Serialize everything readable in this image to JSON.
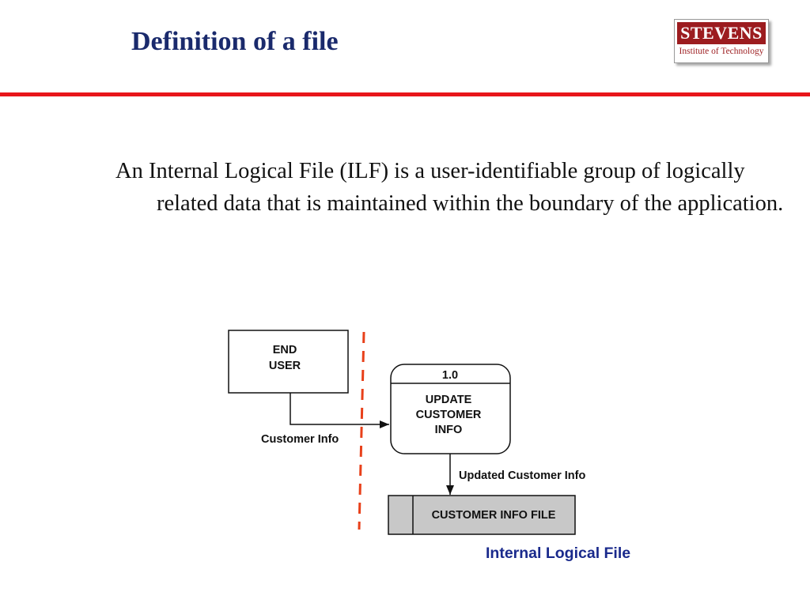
{
  "slide": {
    "title": "Definition of a file",
    "definition": "An Internal Logical File (ILF) is a user-identifiable group of logically related data that is maintained within the boundary of the application."
  },
  "logo": {
    "name": "STEVENS",
    "subtitle": "Institute of Technology"
  },
  "diagram": {
    "end_user": {
      "line1": "END",
      "line2": "USER"
    },
    "process": {
      "number": "1.0",
      "line1": "UPDATE",
      "line2": "CUSTOMER",
      "line3": "INFO"
    },
    "flow_in_label": "Customer Info",
    "flow_out_label": "Updated Customer Info",
    "file_label": "CUSTOMER INFO FILE",
    "caption": "Internal Logical File"
  },
  "colors": {
    "title": "#1a2a6c",
    "rule": "#e8161a",
    "boundary": "#e8401a",
    "file_fill": "#c8c8c8",
    "caption": "#1a2a8c",
    "logo": "#9c1c1f"
  }
}
